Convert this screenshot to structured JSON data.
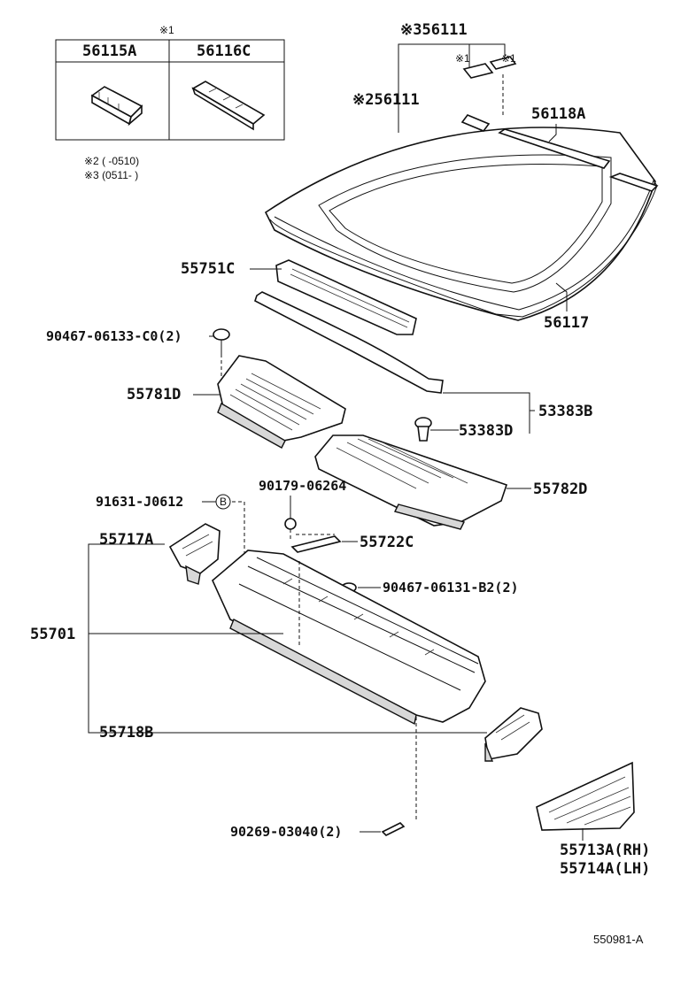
{
  "inset": {
    "header_mark": "※1",
    "col1": "56115A",
    "col2": "56116C",
    "note1": "※2 (      -0510)",
    "note2": "※3 (0511-      )"
  },
  "labels": {
    "p56111_top": "※356111",
    "p56111_mid": "※256111",
    "mark1a": "※1",
    "mark1b": "※1",
    "p56118A": "56118A",
    "p56117": "56117",
    "p55751C": "55751C",
    "p90467_c0": "90467-06133-C0(2)",
    "p55781D": "55781D",
    "p53383B": "53383B",
    "p53383D": "53383D",
    "p55782D": "55782D",
    "p90179": "90179-06264",
    "p91631": "91631-J0612",
    "b_mark": "B",
    "p55717A": "55717A",
    "p55722C": "55722C",
    "p90467_b2": "90467-06131-B2(2)",
    "p55701": "55701",
    "p55718B": "55718B",
    "p90269": "90269-03040(2)",
    "p55713A": "55713A(RH)",
    "p55714A": "55714A(LH)",
    "ref": "550981-A"
  }
}
